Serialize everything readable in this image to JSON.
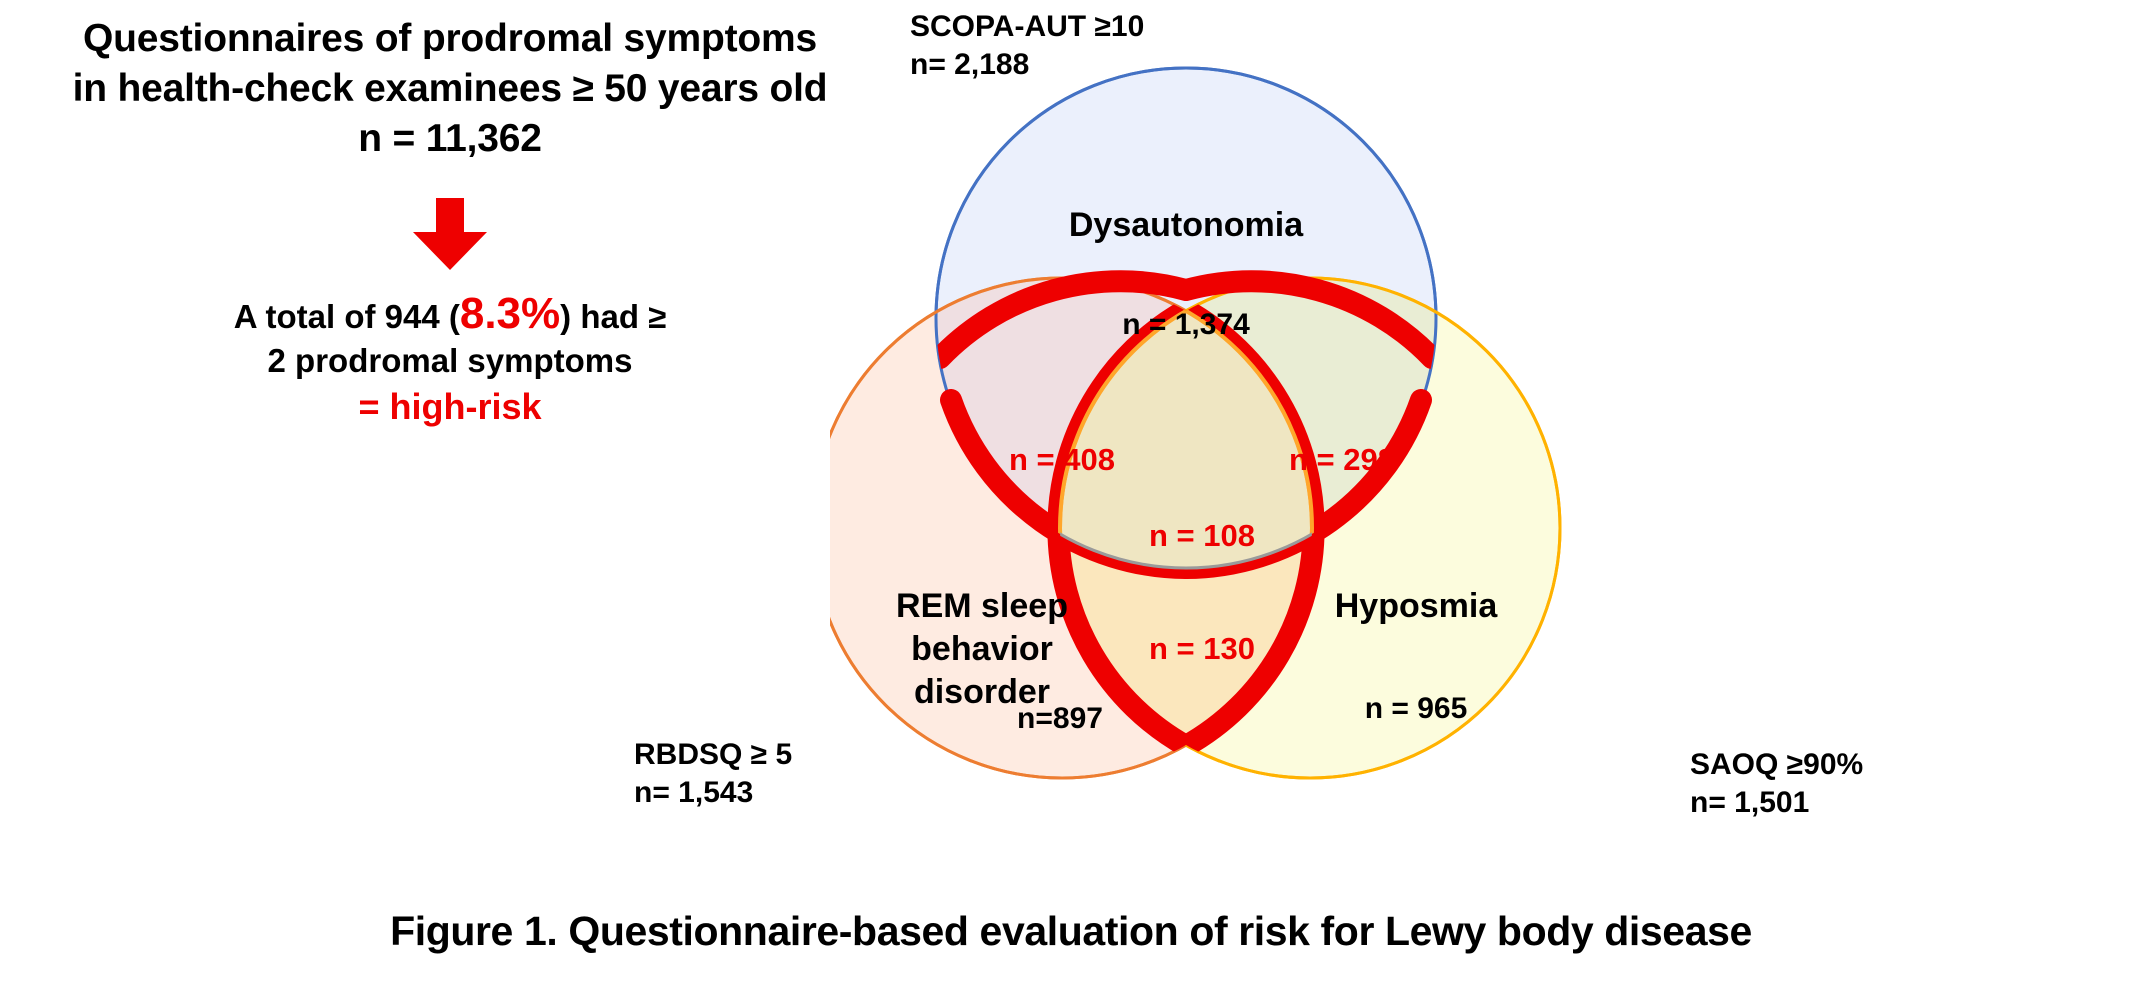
{
  "headline": {
    "line1": "Questionnaires of prodromal symptoms",
    "line2": "in health-check examinees ≥ 50 years old",
    "line3": "n = 11,362"
  },
  "arrow": {
    "name": "down-arrow-icon",
    "color": "#ee0000"
  },
  "summary": {
    "pre": "A total of 944 (",
    "percent": "8.3%",
    "post": ") had ≥",
    "line2": "2 prodromal symptoms",
    "line3": "= high-risk"
  },
  "venn": {
    "criteria": {
      "scopa": {
        "line1": "SCOPA-AUT ≥10",
        "line2": "n= 2,188"
      },
      "rbdsq": {
        "line1": "RBDSQ ≥ 5",
        "line2": "n= 1,543"
      },
      "saoq": {
        "line1": "SAOQ  ≥90%",
        "line2": "n= 1,501"
      }
    },
    "sets": [
      {
        "key": "dysautonomia",
        "name": "Dysautonomia",
        "count": "n = 1,374",
        "fill": "#e8eefc",
        "stroke": "#4472c4",
        "total": 2188,
        "only": 1374
      },
      {
        "key": "rbd",
        "name": "REM sleep behavior disorder",
        "name_lines": [
          "REM sleep",
          "behavior",
          "disorder"
        ],
        "count": "n=897",
        "fill": "#fde9e0",
        "stroke": "#ed7d31",
        "total": 1543,
        "only": 897
      },
      {
        "key": "hyposmia",
        "name": "Hyposmia",
        "count": "n = 965",
        "fill": "#fbfbd8",
        "stroke": "#ffb200",
        "total": 1501,
        "only": 965
      }
    ],
    "intersections": [
      {
        "key": "dys-rbd",
        "label": "n = 408",
        "value": 408,
        "color": "#ee0000"
      },
      {
        "key": "dys-hyposmia",
        "label": "n = 298",
        "value": 298,
        "color": "#ee0000"
      },
      {
        "key": "all-three",
        "label": "n = 108",
        "value": 108,
        "color": "#ee0000"
      },
      {
        "key": "rbd-hyposmia",
        "label": "n = 130",
        "value": 130,
        "color": "#ee0000"
      }
    ],
    "highlight_color": "#ee0000"
  },
  "caption": "Figure 1. Questionnaire-based evaluation of risk for Lewy body disease"
}
